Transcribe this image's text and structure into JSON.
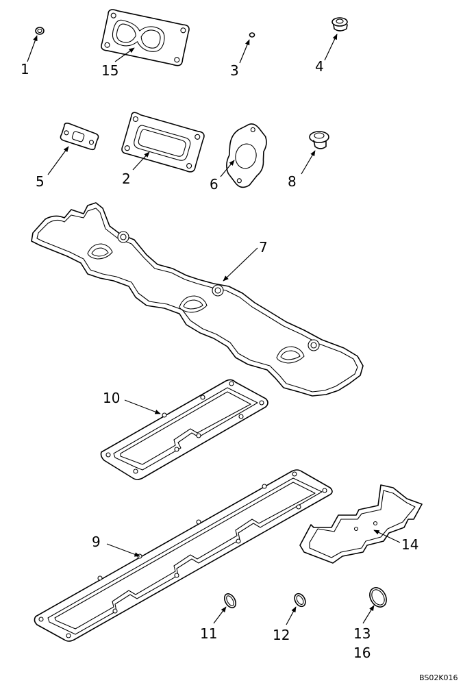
{
  "callouts": {
    "c1": "1",
    "c2": "2",
    "c3": "3",
    "c4": "4",
    "c5": "5",
    "c6": "6",
    "c7": "7",
    "c8": "8",
    "c9": "9",
    "c10": "10",
    "c11": "11",
    "c12": "12",
    "c13": "13",
    "c14": "14",
    "c15": "15",
    "c16": "16"
  },
  "drawing_code": "BS02K016"
}
